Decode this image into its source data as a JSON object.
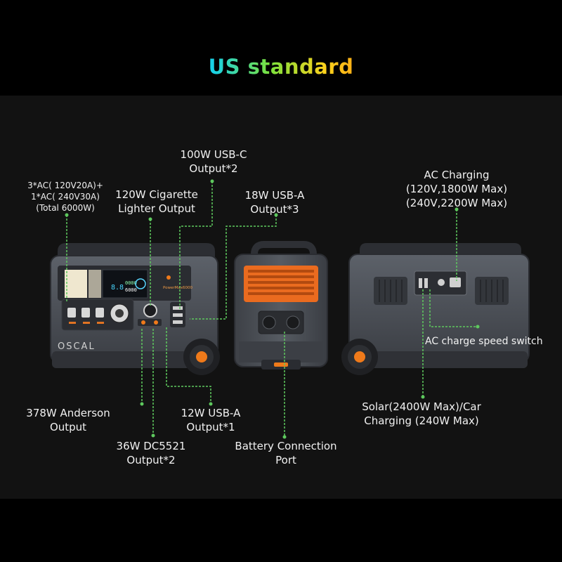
{
  "title": "US standard",
  "colors": {
    "title_gradient": [
      "#19d2e6",
      "#7be13c",
      "#ffd21c",
      "#ff9a12"
    ],
    "leader_line": "#5ec95e",
    "device_body": "#4a4e55",
    "accent": "#ef7a1a"
  },
  "devices": {
    "left": {
      "brand": "OSCAL",
      "model": "PowerMax6000"
    },
    "middle": {
      "name": "battery-pack"
    },
    "right": {
      "name": "device-rear-view"
    }
  },
  "labels": {
    "ac_output": [
      "3*AC( 120V20A)+",
      "1*AC( 240V30A)",
      "(Total 6000W)"
    ],
    "cig_lighter": [
      "120W Cigarette",
      "Lighter Output"
    ],
    "usbc": [
      "100W USB-C",
      "Output*2"
    ],
    "usba18": [
      "18W USB-A",
      "Output*3"
    ],
    "ac_charging": [
      "AC Charging",
      "(120V,1800W Max)",
      "(240V,2200W Max)"
    ],
    "ac_switch": [
      "AC charge speed switch"
    ],
    "anderson": [
      "378W Anderson",
      "Output"
    ],
    "usba12": [
      "12W USB-A",
      "Output*1"
    ],
    "dc5521": [
      "36W DC5521",
      "Output*2"
    ],
    "battery_port": [
      "Battery Connection",
      "Port"
    ],
    "solar": [
      "Solar(2400W Max)/Car",
      "Charging (240W Max)"
    ]
  }
}
